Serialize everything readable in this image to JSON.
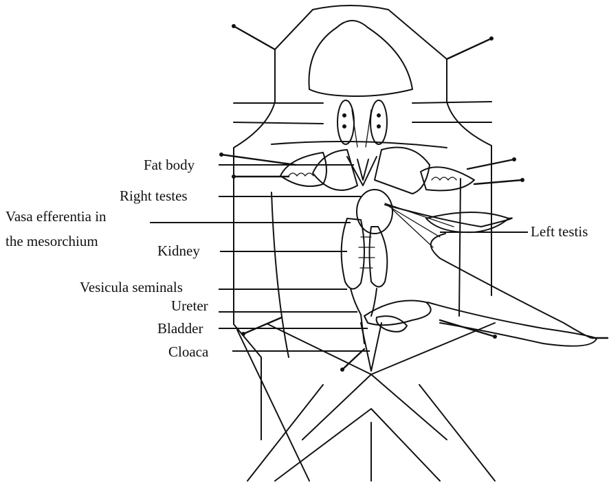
{
  "labels": {
    "fat_body": "Fat body",
    "right_testes": "Right testes",
    "vasa_line1": "Vasa efferentia in",
    "vasa_line2": "the mesorchium",
    "kidney": "Kidney",
    "vesicula": "Vesicula seminals",
    "ureter": "Ureter",
    "bladder": "Bladder",
    "cloaca": "Cloaca",
    "left_testis": "Left testis"
  }
}
